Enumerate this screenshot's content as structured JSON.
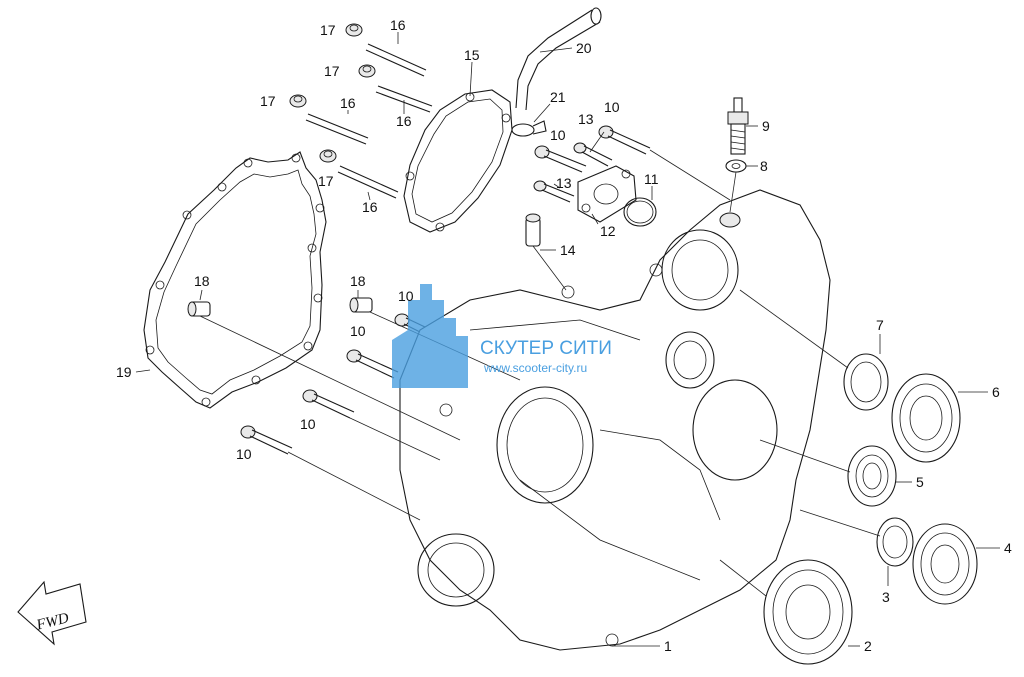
{
  "watermark": {
    "brand": "СКУТЕР СИТИ",
    "url": "www.scooter-city.ru",
    "color": "#4a9fe0"
  },
  "direction_marker": "FWD",
  "callouts": [
    "1",
    "2",
    "3",
    "4",
    "5",
    "6",
    "7",
    "8",
    "9",
    "10",
    "11",
    "12",
    "13",
    "14",
    "15",
    "16",
    "17",
    "18",
    "19",
    "20",
    "21"
  ],
  "callout_instances": {
    "c1": "1",
    "c2": "2",
    "c3": "3",
    "c4": "4",
    "c5": "5",
    "c6": "6",
    "c7": "7",
    "c8": "8",
    "c9": "9",
    "c10a": "10",
    "c10b": "10",
    "c10c": "10",
    "c10d": "10",
    "c10e": "10",
    "c10f": "10",
    "c11": "11",
    "c12": "12",
    "c13a": "13",
    "c13b": "13",
    "c14": "14",
    "c15": "15",
    "c16a": "16",
    "c16b": "16",
    "c16c": "16",
    "c16d": "16",
    "c17a": "17",
    "c17b": "17",
    "c17c": "17",
    "c17d": "17",
    "c18a": "18",
    "c18b": "18",
    "c19": "19",
    "c20": "20",
    "c21": "21"
  }
}
